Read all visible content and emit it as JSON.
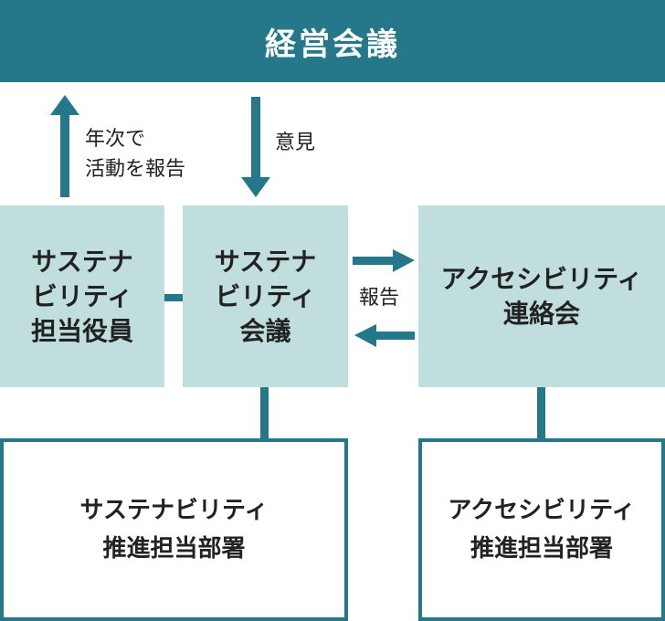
{
  "header": {
    "title": "経営会議"
  },
  "nodes": {
    "officer": "サステナ\nビリティ\n担当役員",
    "committee": "サステナ\nビリティ\n会議",
    "accessibility_liaison": "アクセシビリティ\n連絡会",
    "sustainability_dept": "サステナビリティ\n推進担当部署",
    "accessibility_dept": "アクセシビリティ\n推進担当部署"
  },
  "labels": {
    "annual_report": "年次で\n活動を報告",
    "opinion": "意見",
    "report": "報告"
  },
  "colors": {
    "accent": "#24788a",
    "node_fill": "#c0dedd"
  }
}
